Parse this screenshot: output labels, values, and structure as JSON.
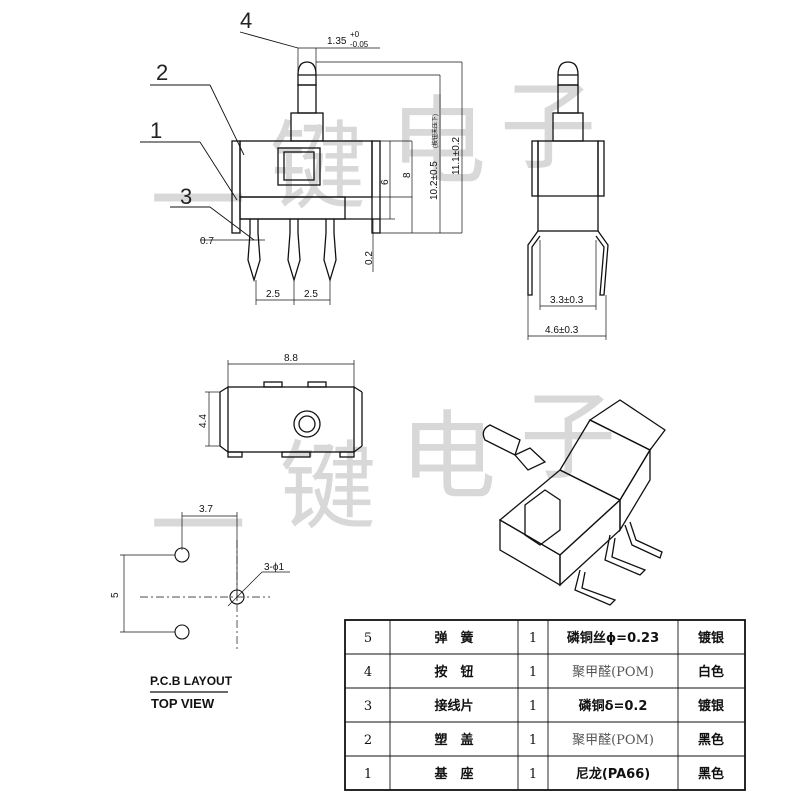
{
  "watermark": [
    "一",
    "键",
    "电",
    "子"
  ],
  "callouts": {
    "c4": "4",
    "c2": "2",
    "c1": "1",
    "c3": "3"
  },
  "dims": {
    "tol_135": "1.35",
    "tol_135_up": "+0",
    "tol_135_dn": "-0.05",
    "d_07": "0.7",
    "d_25a": "2.5",
    "d_25b": "2.5",
    "d_8": "8",
    "d_6": "6",
    "d_02": "0.2",
    "d_102": "10.2±0.5",
    "d_102_note": "(按钮未压下)",
    "d_111": "11.1±0.2",
    "d_33": "3.3±0.3",
    "d_46": "4.6±0.3",
    "d_88": "8.8",
    "d_44": "4.4",
    "d_37": "3.7",
    "d_5": "5",
    "d_phi": "3-ϕ1"
  },
  "pcb": {
    "layout": "P.C.B LAYOUT",
    "view": "TOP VIEW"
  },
  "bom": [
    {
      "no": "5",
      "name": "弹　簧",
      "qty": "1",
      "material": "磷铜丝ϕ=0.23",
      "finish": "镀银"
    },
    {
      "no": "4",
      "name": "按　钮",
      "qty": "1",
      "material": "聚甲醛(POM)",
      "finish": "白色"
    },
    {
      "no": "3",
      "name": "接线片",
      "qty": "1",
      "material": "磷铜δ=0.2",
      "finish": "镀银"
    },
    {
      "no": "2",
      "name": "塑　盖",
      "qty": "1",
      "material": "聚甲醛(POM)",
      "finish": "黑色"
    },
    {
      "no": "1",
      "name": "基　座",
      "qty": "1",
      "material": "尼龙(PA66)",
      "finish": "黑色"
    }
  ]
}
